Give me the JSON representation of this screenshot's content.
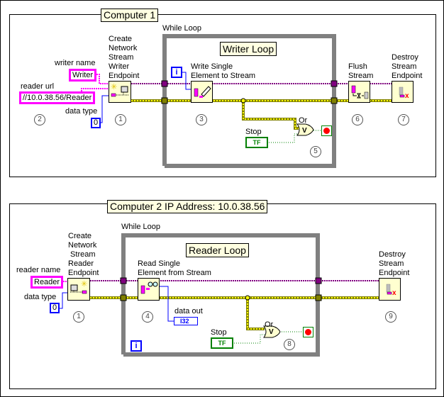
{
  "computer1": {
    "title": "Computer 1",
    "while_loop_label": "While Loop",
    "loop_title": "Writer Loop",
    "writer_name_label": "writer name",
    "writer_name_value": "Writer",
    "reader_url_label": "reader url",
    "reader_url_value": "//10.0.38.56/Reader",
    "data_type_label": "data type",
    "data_type_value": "0",
    "create_node_label": "Create\nNetwork\nStream\nWriter\nEndpoint",
    "write_node_label": "Write Single\nElement to Stream",
    "iteration_terminal": "i",
    "or_label": "Or",
    "or_symbol": "V",
    "stop_label": "Stop",
    "stop_value": "TF",
    "flush_node_label": "Flush\nStream",
    "destroy_node_label": "Destroy\nStream\nEndpoint",
    "callouts": [
      "2",
      "1",
      "3",
      "5",
      "6",
      "7"
    ]
  },
  "computer2": {
    "title": "Computer 2 IP Address: 10.0.38.56",
    "while_loop_label": "While Loop",
    "loop_title": "Reader Loop",
    "reader_name_label": "reader name",
    "reader_name_value": "Reader",
    "data_type_label": "data type",
    "data_type_value": "0",
    "create_node_label": "Create\nNetwork\n Stream\nReader\nEndpoint",
    "read_node_label": "Read Single\nElement from Stream",
    "data_out_label": "data out",
    "data_out_type": "I32",
    "iteration_terminal": "i",
    "or_label": "Or",
    "or_symbol": "V",
    "stop_label": "Stop",
    "stop_value": "TF",
    "destroy_node_label": "Destroy\nStream\nEndpoint",
    "callouts": [
      "1",
      "4",
      "8",
      "9"
    ]
  },
  "colors": {
    "string": "#ff00ff",
    "numeric": "#0000ff",
    "boolean": "#008000",
    "refnum_wire": "#800080",
    "error_wire": "#c8c800",
    "loop_border": "#808080",
    "label_bg": "#ffffe1",
    "node_bg": "#ffffd0"
  }
}
